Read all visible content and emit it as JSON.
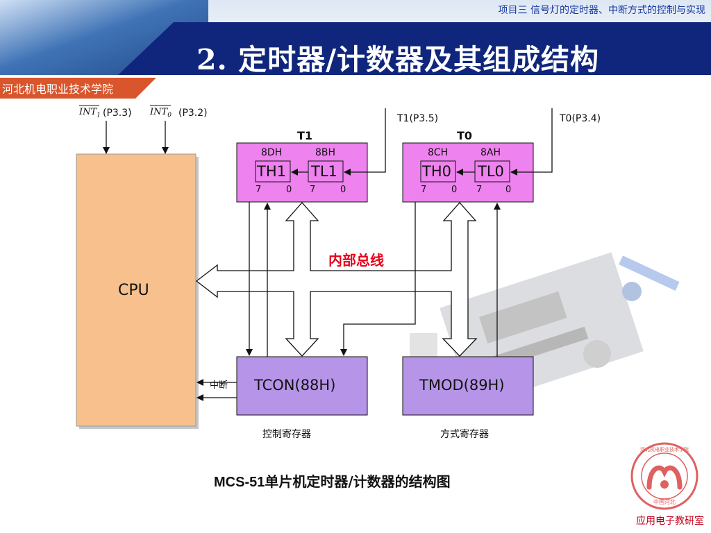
{
  "header": {
    "project_title": "项目三  信号灯的定时器、中断方式的控制与实现",
    "slide_title": "2.  定时器/计数器及其组成结构",
    "college": "河北机电职业技术学院"
  },
  "diagram": {
    "int1_label": "INT",
    "int1_sub": "1",
    "int1_pin": "(P3.3)",
    "int0_label": "INT",
    "int0_sub": "0",
    "int0_pin": "(P3.2)",
    "t1_pin": "T1(P3.5)",
    "t0_pin": "T0(P3.4)",
    "t1_title": "T1",
    "t0_title": "T0",
    "th1_addr": "8DH",
    "tl1_addr": "8BH",
    "th0_addr": "8CH",
    "tl0_addr": "8AH",
    "th1": "TH1",
    "tl1": "TL1",
    "th0": "TH0",
    "tl0": "TL0",
    "bit7": "7",
    "bit0": "0",
    "cpu": "CPU",
    "internal_bus": "内部总线",
    "interrupt": "中断",
    "tcon": "TCON(88H)",
    "tmod": "TMOD(89H)",
    "tcon_desc": "控制寄存器",
    "tmod_desc": "方式寄存器",
    "caption_bold": "MCS-51",
    "caption_rest": "单片机定时器/计数器的结构图"
  },
  "logo": {
    "text_top": "河北机电职业技术学院",
    "text_bottom": "中国河北"
  },
  "footer": "应用电子教研室",
  "colors": {
    "navy": "#10267c",
    "orange": "#d9552b",
    "cpu_fill": "#f7c08c",
    "timer_fill": "#ee82ee",
    "reg_fill": "#b695e8",
    "red_text": "#e8001a"
  }
}
